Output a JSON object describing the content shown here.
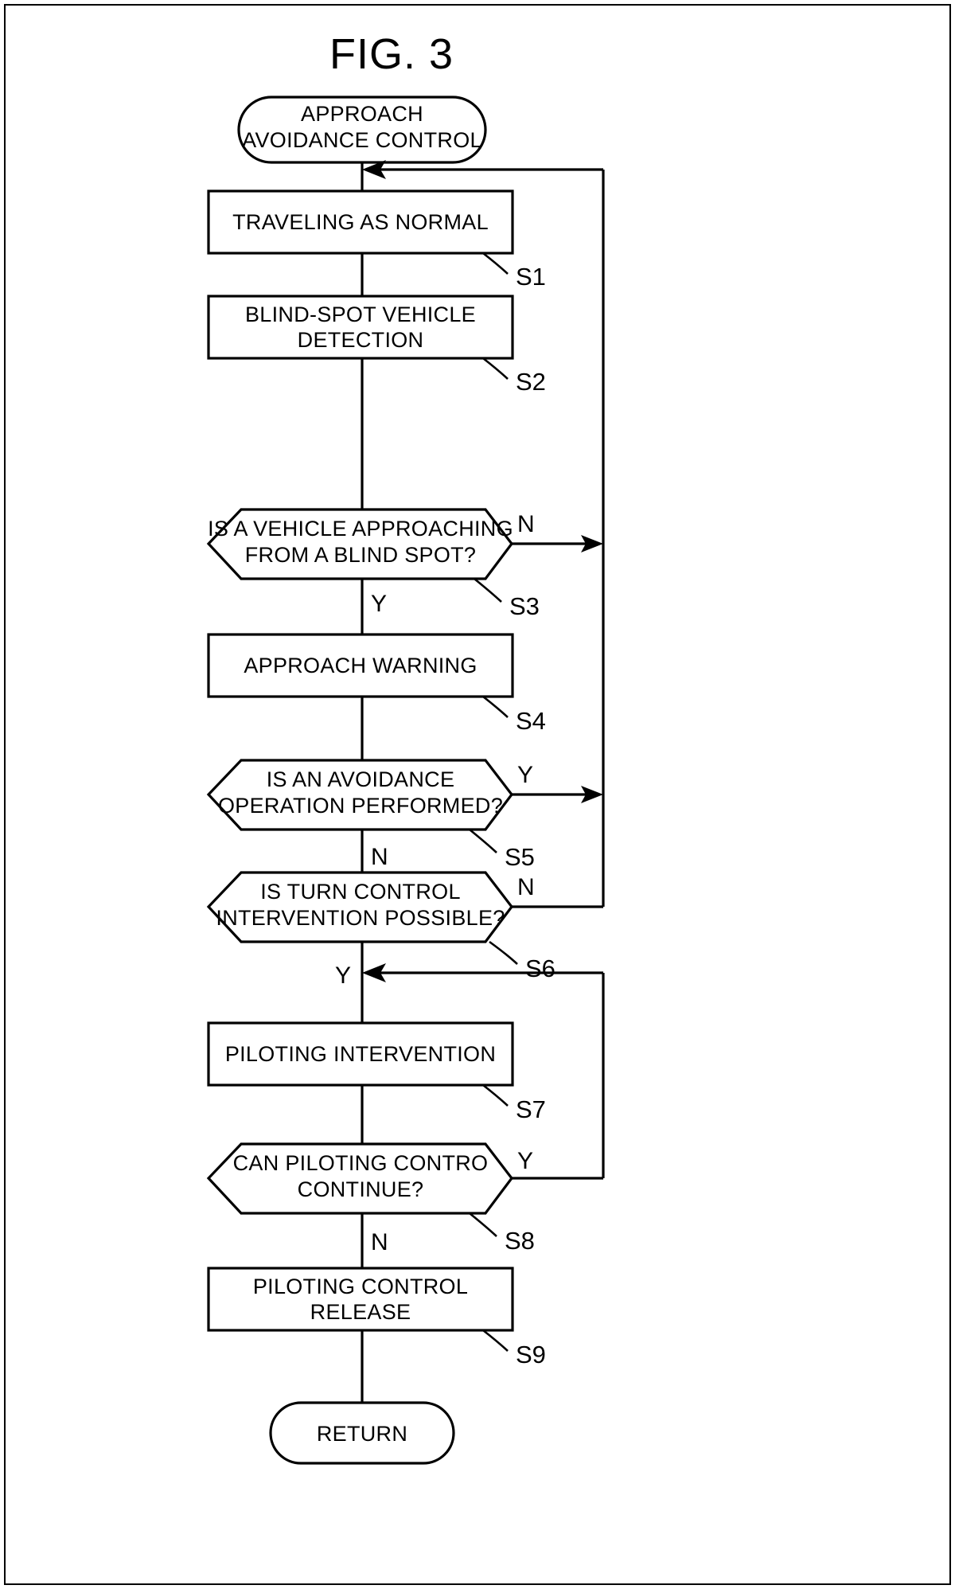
{
  "figure": {
    "title": "FIG. 3",
    "type": "flowchart",
    "background_color": "#ffffff",
    "line_color": "#000000"
  },
  "nodes": [
    {
      "id": "start",
      "shape": "terminator",
      "lines": [
        "APPROACH",
        "AVOIDANCE CONTROL"
      ],
      "step": ""
    },
    {
      "id": "s1",
      "shape": "process",
      "lines": [
        "TRAVELING AS NORMAL"
      ],
      "step": "S1"
    },
    {
      "id": "s2",
      "shape": "process",
      "lines": [
        "BLIND-SPOT VEHICLE",
        "DETECTION"
      ],
      "step": "S2"
    },
    {
      "id": "s3",
      "shape": "decision",
      "lines": [
        "IS A VEHICLE APPROACHING",
        "FROM A BLIND SPOT?"
      ],
      "step": "S3",
      "yes_label": "Y",
      "no_label": "N"
    },
    {
      "id": "s4",
      "shape": "process",
      "lines": [
        "APPROACH WARNING"
      ],
      "step": "S4"
    },
    {
      "id": "s5",
      "shape": "decision",
      "lines": [
        "IS AN AVOIDANCE",
        "OPERATION PERFORMED?"
      ],
      "step": "S5",
      "yes_label": "Y",
      "no_label": "N"
    },
    {
      "id": "s6",
      "shape": "decision",
      "lines": [
        "IS TURN CONTROL",
        "INTERVENTION POSSIBLE?"
      ],
      "step": "S6",
      "yes_label": "Y",
      "no_label": "N"
    },
    {
      "id": "s7",
      "shape": "process",
      "lines": [
        "PILOTING INTERVENTION"
      ],
      "step": "S7"
    },
    {
      "id": "s8",
      "shape": "decision",
      "lines": [
        "CAN PILOTING CONTRO",
        "CONTINUE?"
      ],
      "step": "S8",
      "yes_label": "Y",
      "no_label": "N"
    },
    {
      "id": "s9",
      "shape": "process",
      "lines": [
        "PILOTING CONTROL",
        "RELEASE"
      ],
      "step": "S9"
    },
    {
      "id": "return",
      "shape": "terminator",
      "lines": [
        "RETURN"
      ],
      "step": ""
    }
  ],
  "branch_labels": {
    "s3_yes": "Y",
    "s3_no": "N",
    "s5_yes": "Y",
    "s5_no": "N",
    "s6_yes": "Y",
    "s6_no": "N",
    "s8_yes": "Y",
    "s8_no": "N"
  },
  "step_labels": {
    "s1": "S1",
    "s2": "S2",
    "s3": "S3",
    "s4": "S4",
    "s5": "S5",
    "s6": "S6",
    "s7": "S7",
    "s8": "S8",
    "s9": "S9"
  }
}
